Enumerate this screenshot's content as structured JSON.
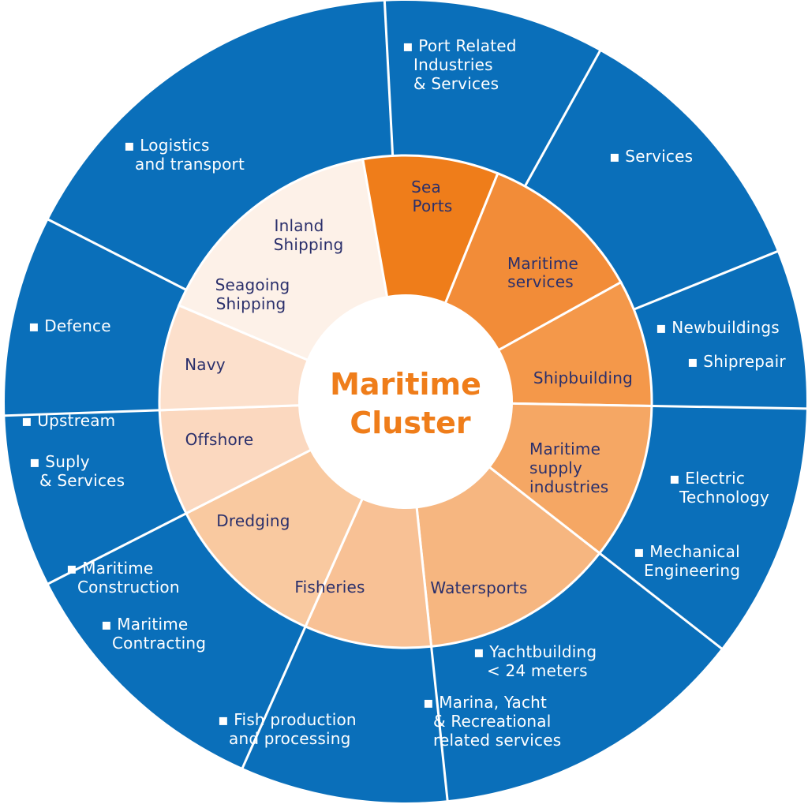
{
  "center": {
    "line1": "Maritime",
    "line2": "Cluster",
    "color": "#ef7d1a"
  },
  "colors": {
    "outer_ring": "#0a6fba",
    "divider": "#ffffff",
    "inner_text": "#2a2f6b",
    "outer_text": "#ffffff"
  },
  "inner": {
    "sea_ports": [
      "Sea",
      "Ports"
    ],
    "maritime_services": [
      "Maritime",
      "services"
    ],
    "shipbuilding": [
      "Shipbuilding"
    ],
    "maritime_supply": [
      "Maritime",
      "supply",
      "industries"
    ],
    "watersports": [
      "Watersports"
    ],
    "fisheries": [
      "Fisheries"
    ],
    "dredging": [
      "Dredging"
    ],
    "offshore": [
      "Offshore"
    ],
    "navy": [
      "Navy"
    ],
    "shipping": [
      "Inland",
      "Shipping",
      "Seagoing",
      "Shipping"
    ]
  },
  "inner_colors": {
    "sea_ports": "#ef7d1a",
    "maritime_services": "#f28c38",
    "shipbuilding": "#f4984a",
    "maritime_supply": "#f5a764",
    "watersports": "#f6b680",
    "fisheries": "#f8c195",
    "dredging": "#f9c9a0",
    "offshore": "#fbd8bf",
    "navy": "#fce0cc",
    "shipping": "#fdf1e8"
  },
  "outer": {
    "port_related": [
      "▪ Port Related",
      "Industries",
      "& Services"
    ],
    "services": [
      "▪ Services"
    ],
    "shipbuilding": [
      "▪ Newbuildings",
      "▪ Shiprepair"
    ],
    "supply": [
      "▪ Electric",
      "Technology",
      "▪ Mechanical",
      "Engineering"
    ],
    "yacht": [
      "▪ Yachtbuilding",
      "<  24 meters",
      "▪ Marina, Yacht",
      "& Recreational",
      "related services"
    ],
    "fish": [
      "▪ Fish production",
      "and processing"
    ],
    "construction": [
      "▪ Maritime",
      "Construction",
      "▪ Maritime",
      "Contracting"
    ],
    "offshore": [
      "▪ Upstream",
      "▪ Suply",
      "& Services"
    ],
    "defence": [
      "▪ Defence"
    ],
    "logistics": [
      "▪ Logistics",
      "and transport"
    ]
  }
}
